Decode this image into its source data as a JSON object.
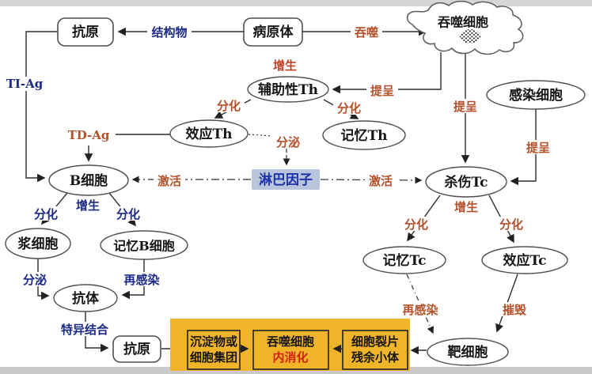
{
  "nodes": {
    "antigen_top": "抗原",
    "pathogen": "病原体",
    "phagocyte": "吞噬细胞",
    "helper_th": "辅助性Th",
    "infected_cell": "感染细胞",
    "effector_th": "效应Th",
    "memory_th": "记忆Th",
    "b_cell": "B细胞",
    "lymphokine": "淋巴因子",
    "killer_tc": "杀伤Tc",
    "plasma_cell": "浆细胞",
    "memory_b_cell": "记忆B细胞",
    "antibody": "抗体",
    "memory_tc": "记忆Tc",
    "effector_tc": "效应Tc",
    "antigen_bottom": "抗原",
    "target_cell": "靶细胞"
  },
  "process_boxes": {
    "precipitate": {
      "line1": "沉淀物或",
      "line2": "细胞集团"
    },
    "digestion": {
      "line1": "吞噬细胞",
      "line2": "内消化"
    },
    "fragments": {
      "line1": "细胞裂片",
      "line2": "残余小体"
    }
  },
  "edge_labels": {
    "structure": "结构物",
    "engulf": "吞噬",
    "ti_ag": "TI-Ag",
    "td_ag": "TD-Ag",
    "present_th": "提呈",
    "present_tc": "提呈",
    "present_infected": "提呈",
    "proliferate_th": "增生",
    "proliferate_b": "增生",
    "proliferate_tc": "增生",
    "differentiate_th_left": "分化",
    "differentiate_th_right": "分化",
    "differentiate_b_left": "分化",
    "differentiate_b_right": "分化",
    "differentiate_tc_left": "分化",
    "differentiate_tc_right": "分化",
    "secrete_th": "分泌",
    "secrete_plasma": "分泌",
    "activate_left": "激活",
    "activate_right": "激活",
    "reinfect_b": "再感染",
    "reinfect_tc": "再感染",
    "specific_binding": "特异结合",
    "destroy": "摧毁"
  },
  "colors": {
    "navy_label": "#1b2a86",
    "orange_label": "#b4512b",
    "red_text": "#d42013",
    "lymphokine_bg": "#b9c5dd",
    "lymphokine_text": "#1e34a8",
    "highlight_yellow": "#f0b42a"
  }
}
